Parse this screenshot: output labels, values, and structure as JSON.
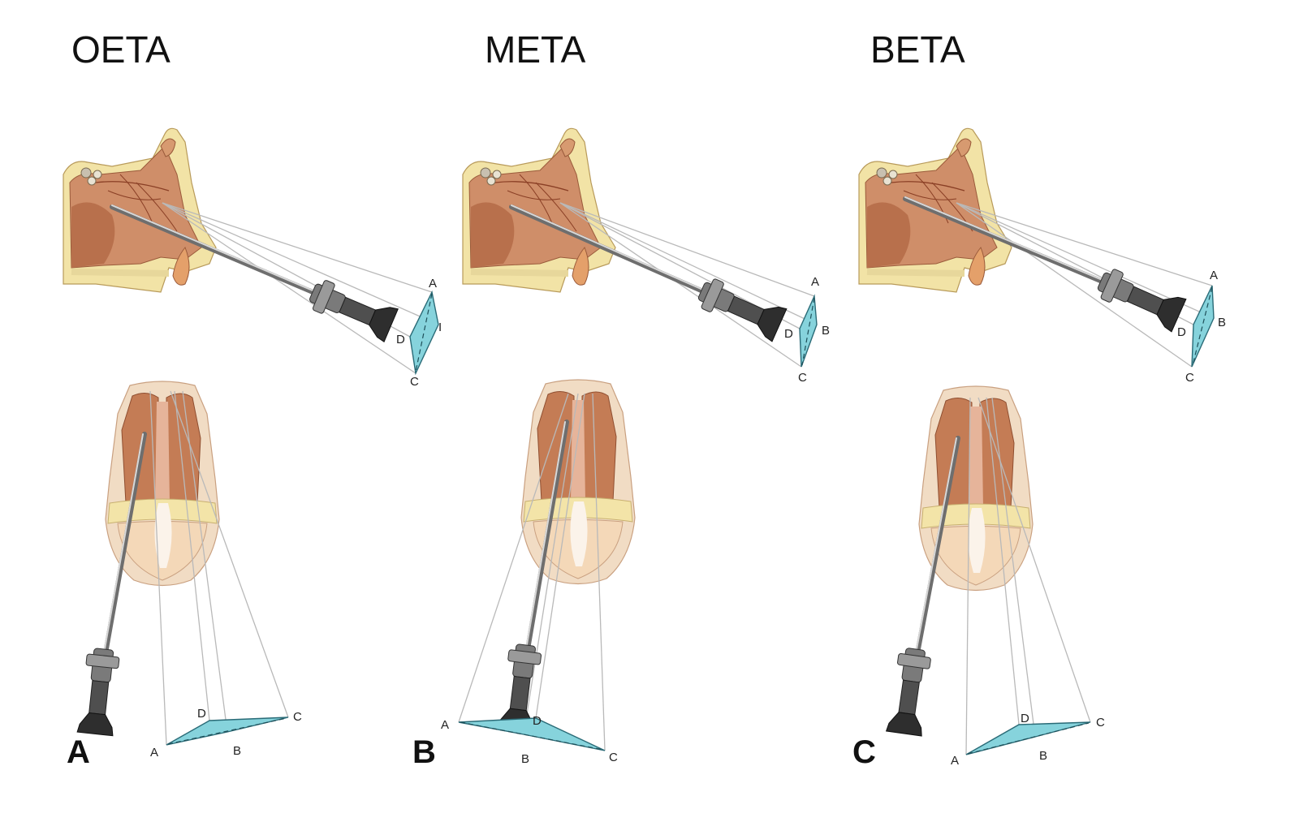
{
  "panels": [
    {
      "title": "OETA",
      "letter": "A",
      "sagittal_labels": {
        "a": "A",
        "b": "I",
        "c": "C",
        "d": "D"
      },
      "axial_labels": {
        "a": "A",
        "b": "B",
        "c": "C",
        "d": "D"
      }
    },
    {
      "title": "META",
      "letter": "B",
      "sagittal_labels": {
        "a": "A",
        "b": "B",
        "c": "C",
        "d": "D"
      },
      "axial_labels": {
        "a": "A",
        "b": "B",
        "c": "C",
        "d": "D"
      }
    },
    {
      "title": "BETA",
      "letter": "C",
      "sagittal_labels": {
        "a": "A",
        "b": "B",
        "c": "C",
        "d": "D"
      },
      "axial_labels": {
        "a": "A",
        "b": "B",
        "c": "C",
        "d": "D"
      }
    }
  ],
  "colors": {
    "projection_plane": "#86d3dc",
    "anatomy_tissue": "#c98a64",
    "bone": "#f2e3a6",
    "endoscope": "#5f5f5f"
  },
  "icons": [
    "sagittal-nasal-section-illustration",
    "axial-nasal-section-illustration",
    "endoscope-icon"
  ]
}
